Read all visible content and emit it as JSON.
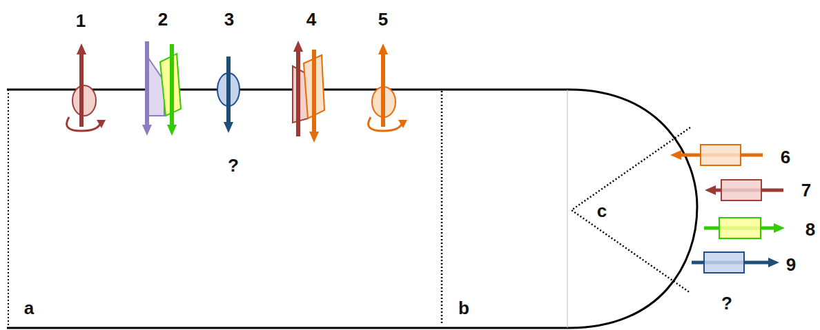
{
  "diagram": {
    "labels": [
      "1",
      "2",
      "3",
      "4",
      "5",
      "?",
      "6",
      "7",
      "c",
      "8",
      "9",
      "?",
      "a",
      "b"
    ]
  }
}
